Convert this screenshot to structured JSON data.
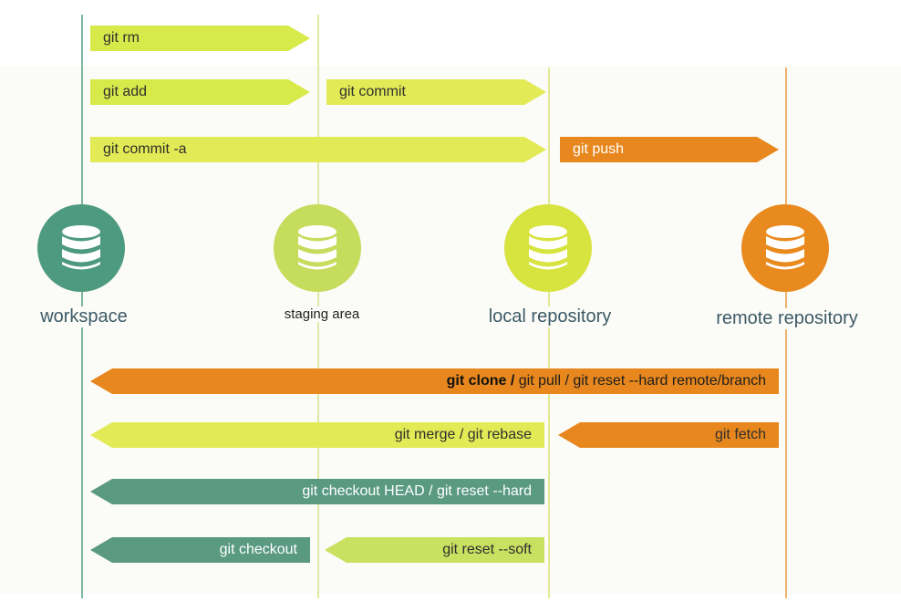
{
  "colors": {
    "workspace": "#4e9a80",
    "staging": "#c6dc5c",
    "local": "#d7e33f",
    "remote": "#e98a1f",
    "arrow_yellow_green": "#d8e94a",
    "arrow_light_yellow": "#e2ea55",
    "arrow_orange": "#e7871d",
    "arrow_teal": "#5a9a82",
    "arrow_lime": "#c9e060"
  },
  "nodes": {
    "workspace": {
      "label": "workspace",
      "icon": "database-icon"
    },
    "staging": {
      "label": "staging area",
      "icon": "database-icon"
    },
    "local": {
      "label": "local repository",
      "icon": "database-icon"
    },
    "remote": {
      "label": "remote repository",
      "icon": "database-icon"
    }
  },
  "commands": {
    "rm": "git rm",
    "add": "git add",
    "commit": "git commit",
    "commit_a": "git commit -a",
    "push": "git push",
    "clone_bold": "git clone /",
    "clone_rest": " git pull / git reset --hard remote/branch",
    "merge": "git merge / git rebase",
    "fetch": "git fetch",
    "checkout_head": "git checkout HEAD / git reset --hard",
    "checkout": "git checkout",
    "reset_soft": "git reset --soft"
  }
}
